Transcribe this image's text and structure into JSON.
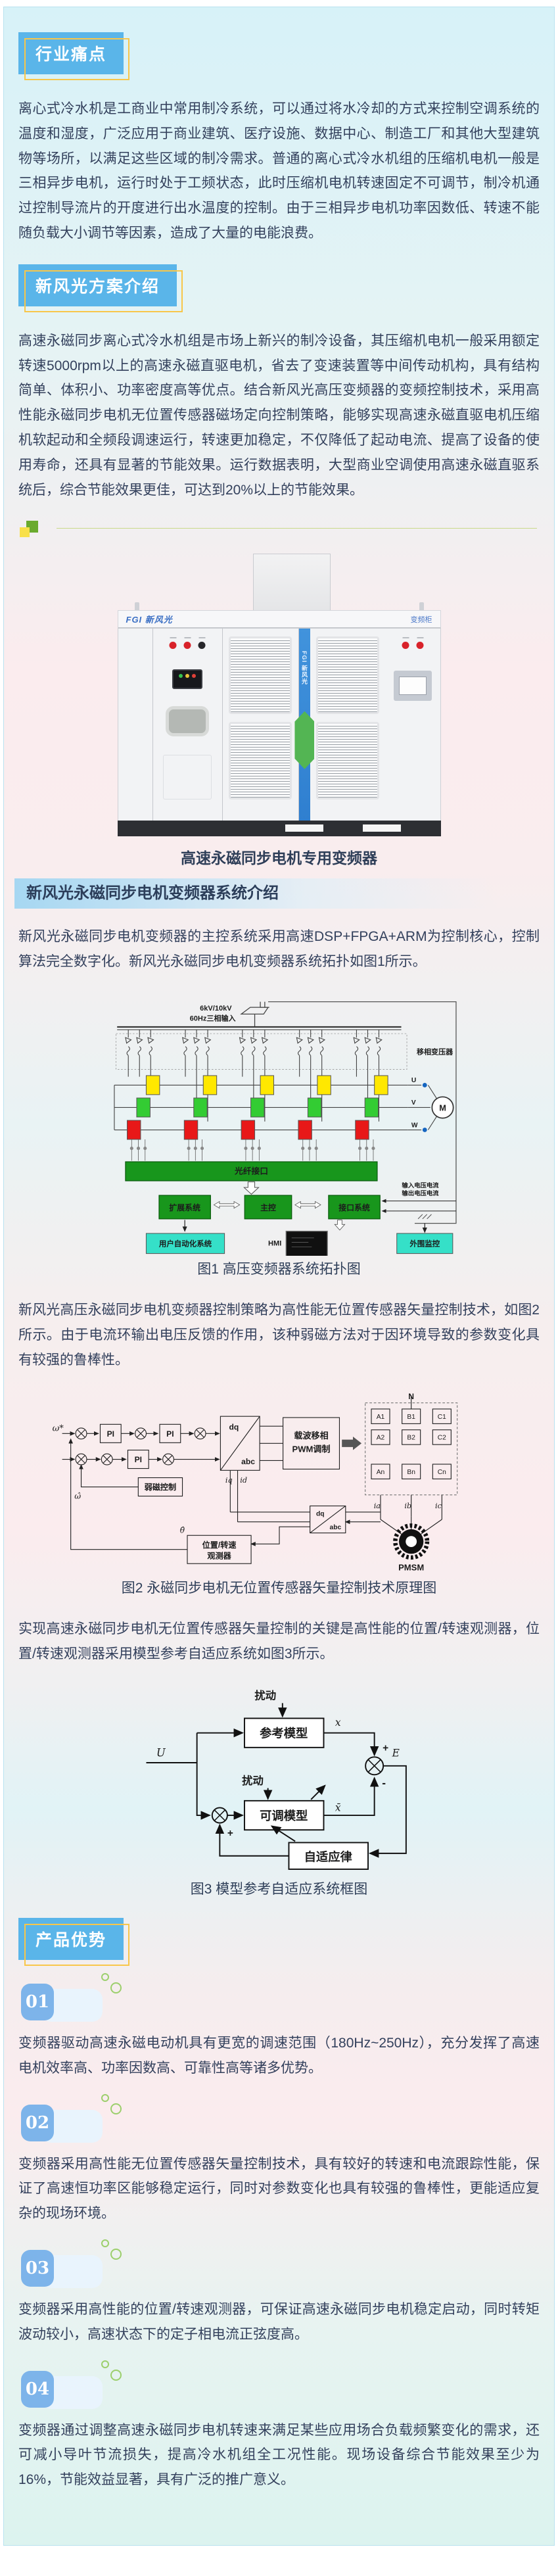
{
  "palette": {
    "accent_blue": "#5ab5e9",
    "badge_outline_yellow": "#f8c64a",
    "body_text": "#33405c",
    "subheader_gradient_blue": "#a6d7f2",
    "divider_green": "#6aaa2e",
    "divider_yellow": "#f8e04a",
    "fiber_bar_green": "#18961c",
    "cell_yellow": "#ffe800",
    "cell_green": "#33cc33",
    "cell_red": "#e81818",
    "cyan_box": "#35e0c8",
    "cabinet_stripe_blue": "#3787d2",
    "cabinet_stripe_green": "#53b553",
    "number_badge_blue": "#7db4ea",
    "background_cyan": "#d7f2f8",
    "background_pink": "#fbecee"
  },
  "sections": {
    "pain": {
      "badge": "行业痛点",
      "body": "离心式冷水机是工商业中常用制冷系统，可以通过将水冷却的方式来控制空调系统的温度和湿度，广泛应用于商业建筑、医疗设施、数据中心、制造工厂和其他大型建筑物等场所，以满足这些区域的制冷需求。普通的离心式冷水机组的压缩机电机一般是三相异步电机，运行时处于工频状态，此时压缩机电机转速固定不可调节，制冷机通过控制导流片的开度进行出水温度的控制。由于三相异步电机功率因数低、转速不能随负载大小调节等因素，造成了大量的电能浪费。"
    },
    "solution": {
      "badge": "新风光方案介绍",
      "body": "高速永磁同步离心式冷水机组是市场上新兴的制冷设备，其压缩机电机一般采用额定转速5000rpm以上的高速永磁直驱电机，省去了变速装置等中间传动机构，具有结构简单、体积小、功率密度高等优点。结合新风光高压变频器的变频控制技术，采用高性能永磁同步电机无位置传感器磁场定向控制策略，能够实现高速永磁直驱电机压缩机软起动和全频段调速运行，转速更加稳定，不仅降低了起动电流、提高了设备的使用寿命，还具有显著的节能效果。运行数据表明，大型商业空调使用高速永磁直驱系统后，综合节能效果更佳，可达到20%以上的节能效果。"
    },
    "cabinet": {
      "brand": "FGI 新风光",
      "tag": "变频柜",
      "stripe": "FGI 新风光",
      "caption": "高速永磁同步电机专用变频器"
    },
    "system": {
      "header": "新风光永磁同步电机变频器系统介绍",
      "p1": "新风光永磁同步电机变频器的主控系统采用高速DSP+FPGA+ARM为控制核心，控制算法完全数字化。新风光永磁同步电机变频器系统拓扑如图1所示。",
      "p2": "新风光高压永磁同步电机变频器控制策略为高性能无位置传感器矢量控制技术，如图2所示。由于电流环输出电压反馈的作用，该种弱磁方法对于因环境导致的参数变化具有较强的鲁棒性。",
      "p3": "实现高速永磁同步电机无位置传感器矢量控制的关键是高性能的位置/转速观测器，位置/转速观测器采用模型参考自适应系统如图3所示。"
    },
    "fig1": {
      "caption": "图1 高压变频器系统拓扑图",
      "labels": {
        "input1": "6kV/10kV",
        "input2": "60Hz三相输入",
        "transformer": "移相变压器",
        "u": "U",
        "v": "V",
        "w": "W",
        "m": "M",
        "fiber": "光纤接口",
        "ctrl_left": "扩展系统",
        "ctrl_main": "主控",
        "ctrl_right": "接口系统",
        "user_box": "用户自动化系统",
        "hmi": "HMI",
        "periph": "外围监控",
        "note1": "输入电压电流",
        "note2": "输出电压电流"
      }
    },
    "fig2": {
      "caption": "图2 永磁同步电机无位置传感器矢量控制技术原理图",
      "labels": {
        "input": "ω*",
        "pi1": "PI",
        "pi2": "PI",
        "pi3": "PI",
        "weak": "弱磁控制",
        "dq": "dq",
        "abc": "abc",
        "pwm1": "载波移相",
        "pwm2": "PWM调制",
        "n": "N",
        "cells": [
          [
            "A1",
            "B1",
            "C1"
          ],
          [
            "A2",
            "B2",
            "C2"
          ],
          [
            "An",
            "Bn",
            "Cn"
          ]
        ],
        "ia": "ia",
        "ib": "ib",
        "ic": "ic",
        "id": "id",
        "iq": "iq",
        "omega_hat": "ω̂",
        "theta_hat": "θ̂",
        "observer1": "位置/转速",
        "observer2": "观测器",
        "dq2": "dq",
        "abc2": "abc",
        "pmsm": "PMSM"
      }
    },
    "fig3": {
      "caption": "图3 模型参考自适应系统框图",
      "labels": {
        "dist1": "扰动",
        "dist2": "扰动",
        "ref": "参考模型",
        "adj": "可调模型",
        "law": "自适应律",
        "u": "U",
        "x": "x",
        "xbar": "x̄",
        "e": "E",
        "plus_top": "+",
        "minus": "-",
        "plus_fb": "+"
      }
    },
    "advantages": {
      "badge": "产品优势",
      "items": [
        {
          "num": "01",
          "text": "变频器驱动高速永磁电动机具有更宽的调速范围（180Hz~250Hz），充分发挥了高速电机效率高、功率因数高、可靠性高等诸多优势。"
        },
        {
          "num": "02",
          "text": "变频器采用高性能无位置传感器矢量控制技术，具有较好的转速和电流跟踪性能，保证了高速恒功率区能够稳定运行，同时对参数变化也具有较强的鲁棒性，更能适应复杂的现场环境。"
        },
        {
          "num": "03",
          "text": "变频器采用高性能的位置/转速观测器，可保证高速永磁同步电机稳定启动，同时转矩波动较小，高速状态下的定子相电流正弦度高。"
        },
        {
          "num": "04",
          "text": "变频器通过调整高速永磁同步电机转速来满足某些应用场合负载频繁变化的需求，还可减小导叶节流损失，提高冷水机组全工况性能。现场设备综合节能效果至少为16%，节能效益显著，具有广泛的推广意义。"
        }
      ]
    }
  }
}
